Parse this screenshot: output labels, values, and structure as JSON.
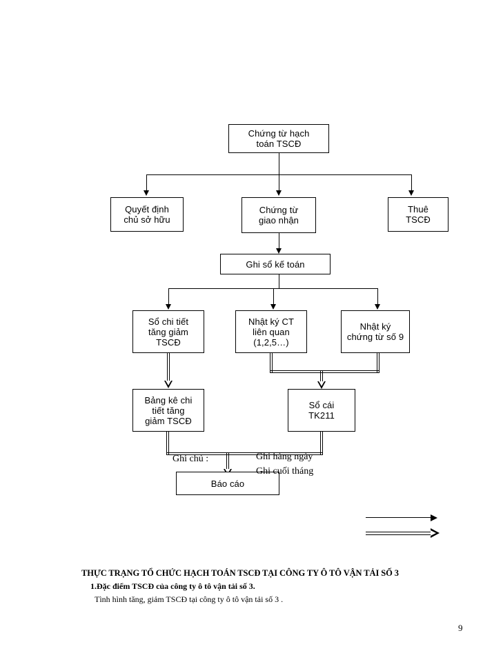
{
  "document": {
    "page_number": "9",
    "type": "flowchart-diagram"
  },
  "diagram": {
    "nodes": {
      "chung_tu_hach_toan": "Chứng từ hạch\ntoán TSCĐ",
      "quyet_dinh_chu_so_huu": "Quyết định\nchủ sở hữu",
      "chung_tu_giao_nhan": "Chứng từ\ngiao nhận",
      "thue_tscd": "Thuê\nTSCĐ",
      "ghi_so_ke_toan": "Ghi sổ kế toán",
      "so_chi_tiet": "Sổ chi tiết\ntăng giảm\nTSCĐ",
      "nhat_ky_ct": "Nhật ký CT\nliên quan\n(1,2,5…)",
      "nhat_ky_chung_tu_9": "Nhật ký\nchứng từ số 9",
      "bang_ke_chi_tiet": "Bảng kê chi\ntiết tăng\ngiảm TSCĐ",
      "so_cai_tk211": "Sổ cái\nTK211",
      "bao_cao": "Báo cáo"
    },
    "legend": {
      "label": "Ghi chú :",
      "daily": "Ghi hàng ngày",
      "monthly": "Ghi cuối tháng"
    }
  },
  "footer": {
    "title": "THỰC TRẠNG TỔ CHỨC HẠCH TOÁN TSCĐ TẠI CÔNG TY Ô TÔ VẬN TẢI SỐ 3",
    "subtitle": "1.Đặc điểm TSCĐ của công ty ô tô vận tải số 3.",
    "body": "Tình hình tăng, giảm TSCĐ tại công ty ô tô vận tải số 3 ."
  }
}
